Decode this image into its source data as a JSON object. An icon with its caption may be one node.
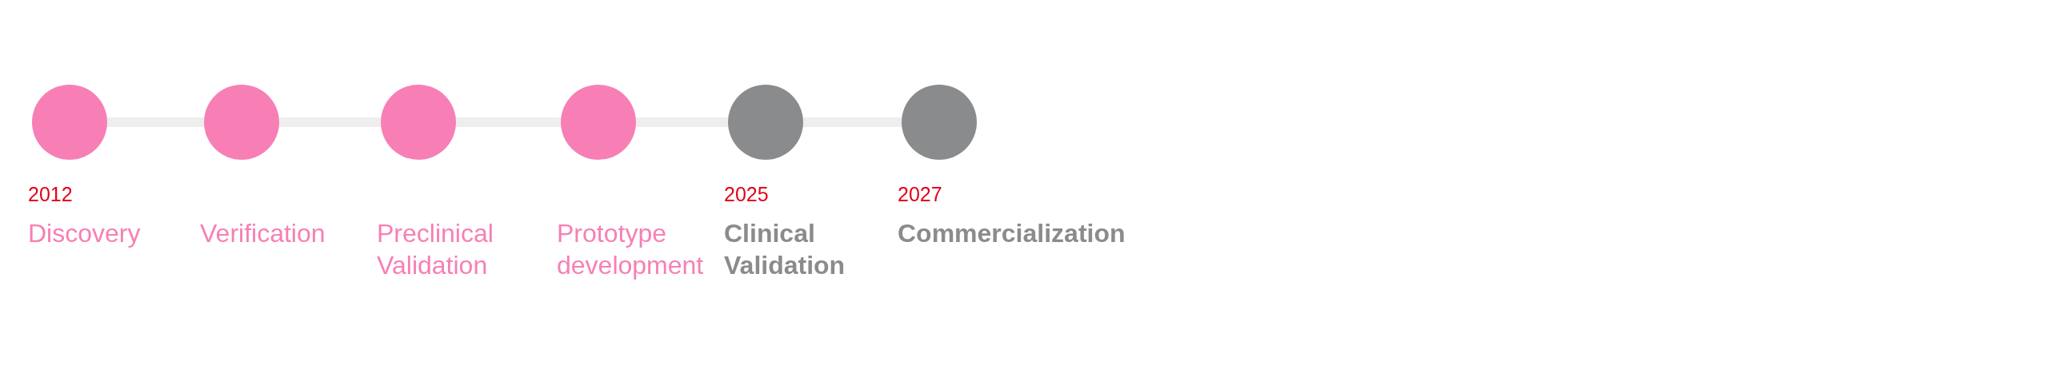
{
  "diagram": {
    "nodes": [
      {
        "text": [],
        "shape": "circle",
        "beside": [
          "2012",
          "Discovery"
        ]
      },
      {
        "text": [],
        "shape": "circle",
        "beside": [
          "Verification"
        ]
      },
      {
        "text": [],
        "shape": "circle",
        "beside": [
          "Preclinical Validation"
        ]
      },
      {
        "text": [],
        "shape": "circle",
        "beside": [
          "Prototype development"
        ]
      },
      {
        "text": [],
        "shape": "circle",
        "beside": [
          "2025",
          "Clinical Validation"
        ]
      },
      {
        "text": [],
        "shape": "circle",
        "beside": [
          "2027",
          "Commercialization"
        ]
      }
    ],
    "edges": [
      {
        "from": 0,
        "to": 1,
        "arrow": "none"
      },
      {
        "from": 1,
        "to": 2,
        "arrow": "none"
      },
      {
        "from": 2,
        "to": 3,
        "arrow": "none"
      },
      {
        "from": 3,
        "to": 4,
        "arrow": "none"
      },
      {
        "from": 4,
        "to": 5,
        "arrow": "none"
      }
    ]
  }
}
